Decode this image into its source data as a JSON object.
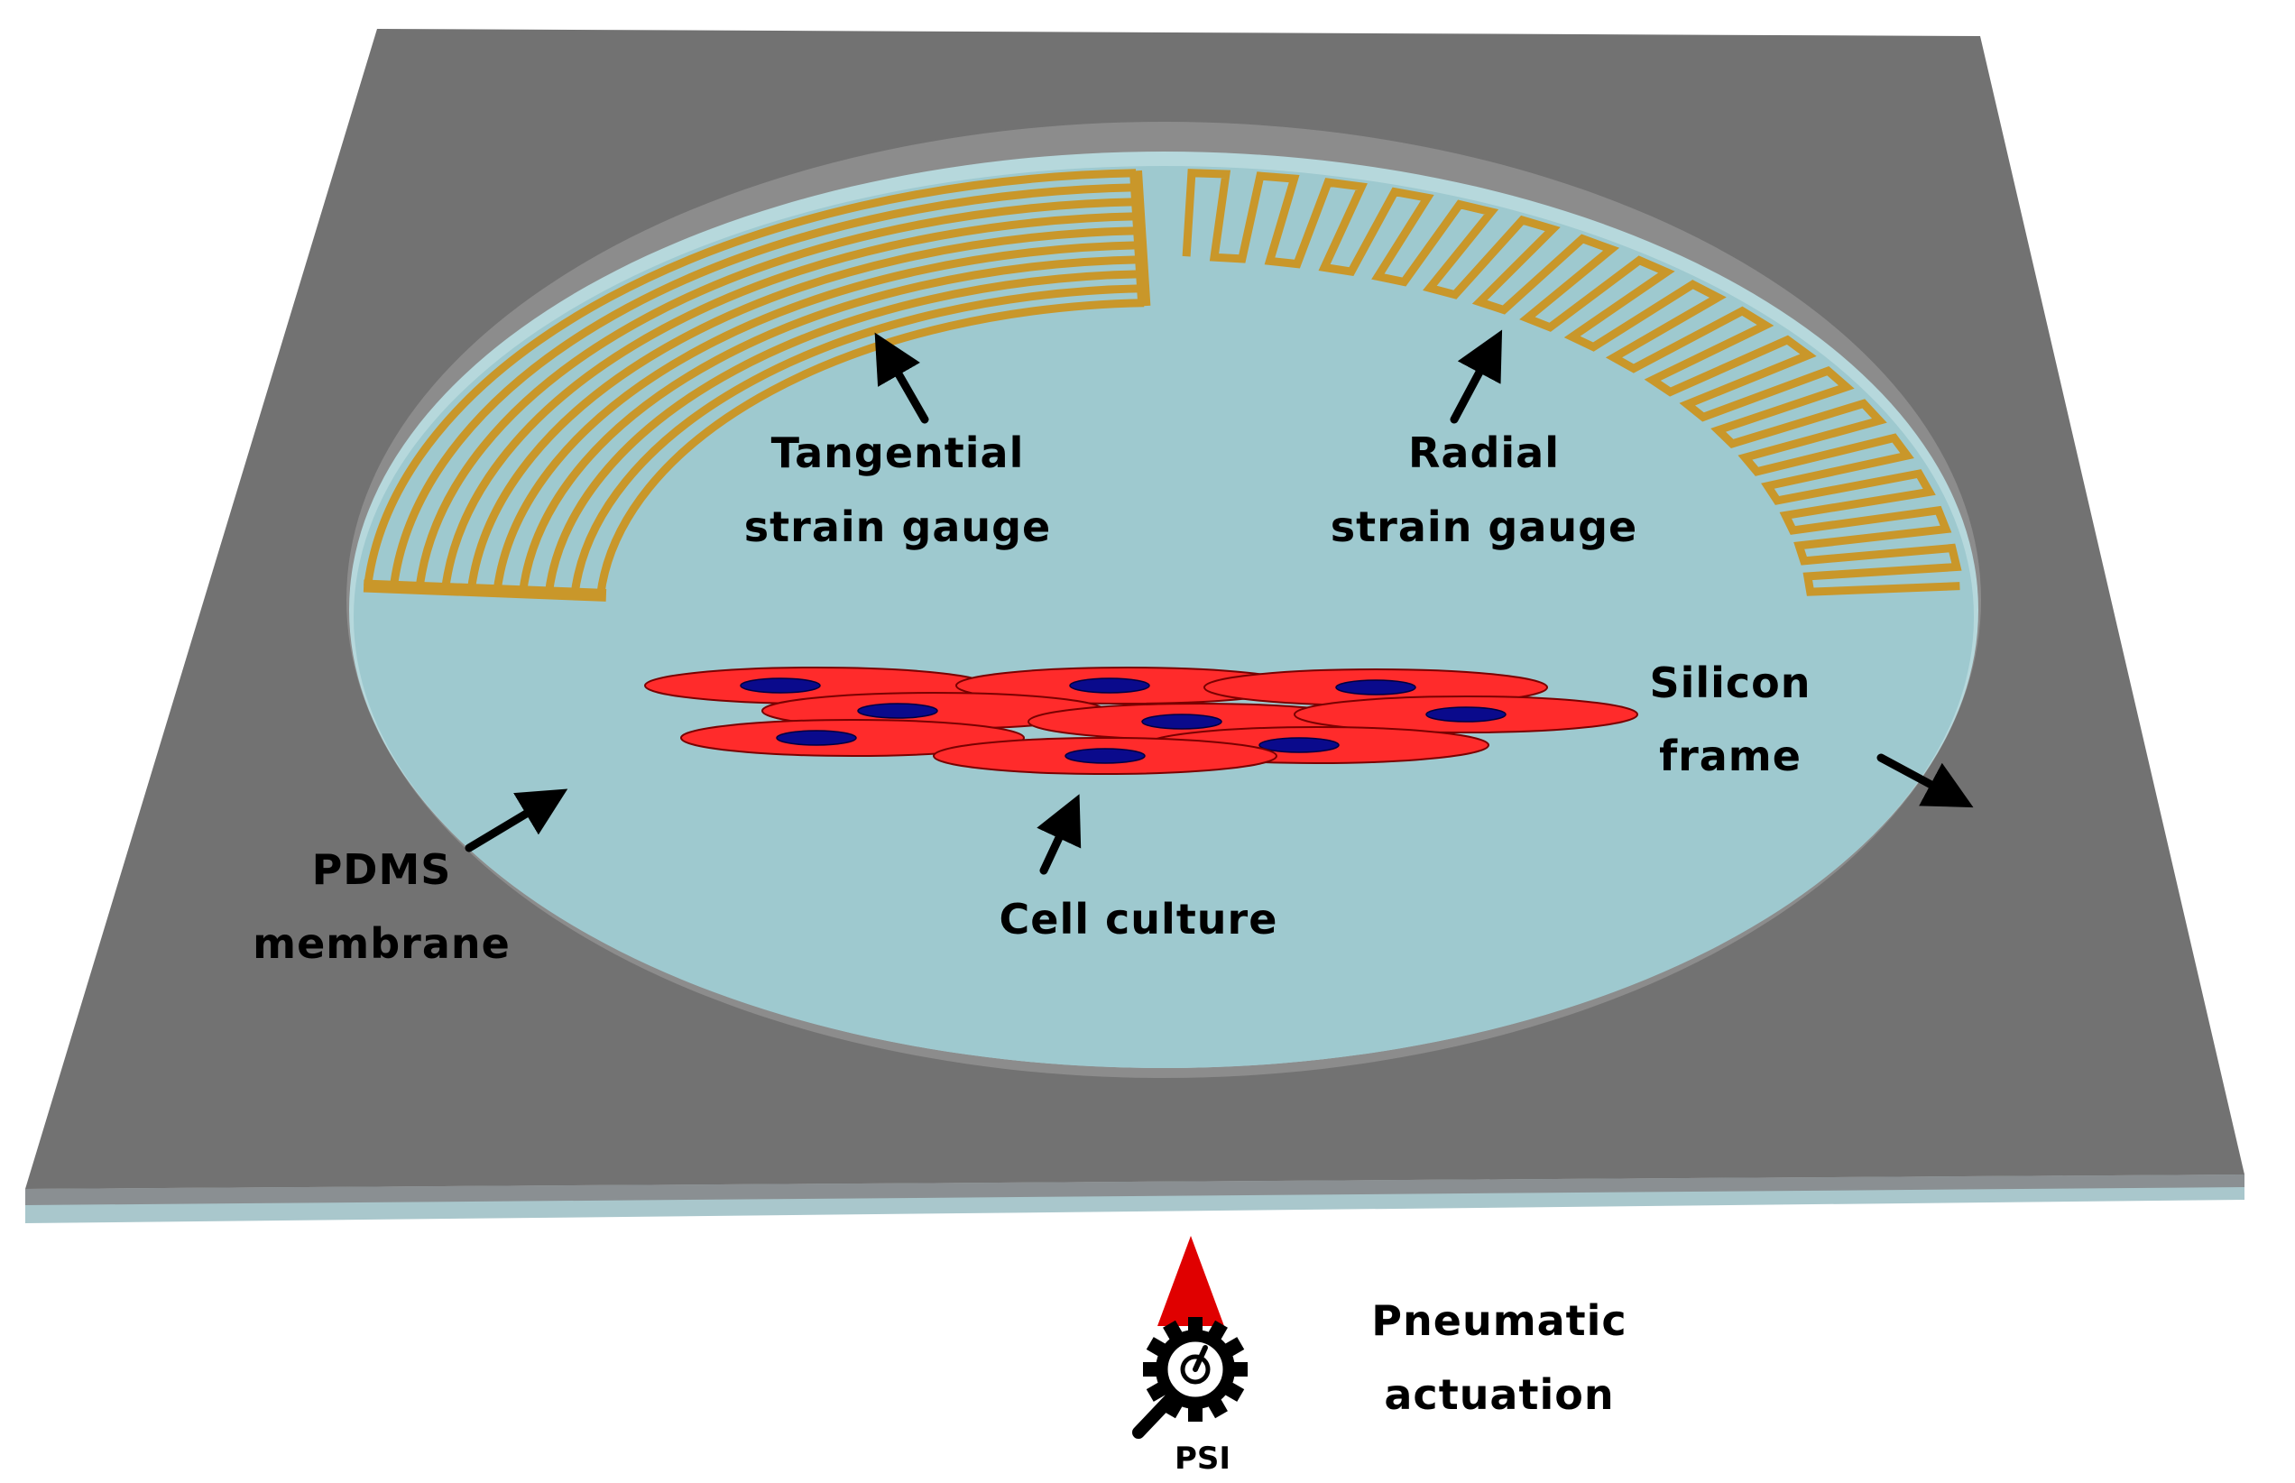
{
  "labels": {
    "tangential": [
      "Tangential",
      "strain gauge"
    ],
    "radial": [
      "Radial",
      "strain gauge"
    ],
    "silicon": [
      "Silicon",
      "frame"
    ],
    "pdms": [
      "PDMS",
      "membrane"
    ],
    "cell": "Cell culture",
    "pneumatic": [
      "Pneumatic",
      "actuation"
    ],
    "psi": "PSI"
  },
  "colors": {
    "frame_top": "#727272",
    "frame_edge": "#9aa0a3",
    "membrane": "#9ec9cf",
    "membrane_rim": "#b6d8dc",
    "gauge_gold": "#c9972a",
    "cell_red": "#ff2b2b",
    "nucleus_blue": "#0a0a8c",
    "arrow_red": "#e00000"
  },
  "icons": {
    "gauge": "pressure-gauge-icon",
    "actuation_arrow": "red-triangle-arrow-icon"
  }
}
